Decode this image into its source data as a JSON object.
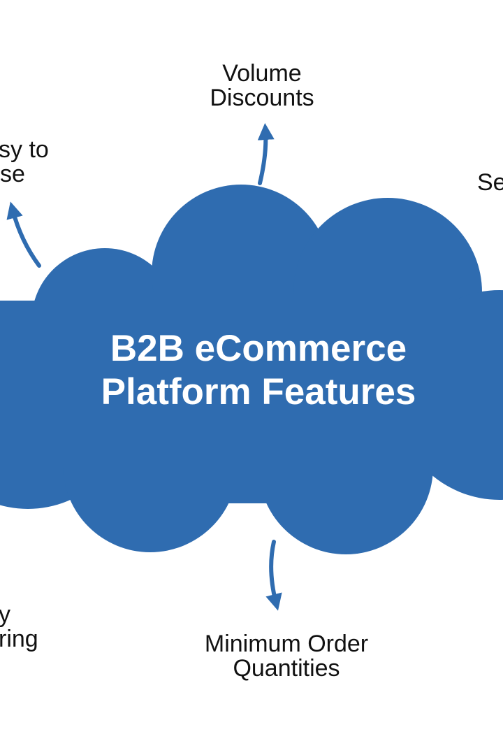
{
  "diagram": {
    "central_node": {
      "title_line1": "B2B eCommerce",
      "title_line2": "Platform Features"
    },
    "features": [
      {
        "id": "volume-discounts",
        "line1": "Volume",
        "line2": "Discounts"
      },
      {
        "id": "easy-to-use",
        "line1": "sy to",
        "line2": "se"
      },
      {
        "id": "self-service",
        "line1": "Se"
      },
      {
        "id": "minimum-order-quantities",
        "line1": "Minimum Order",
        "line2": "Quantities"
      },
      {
        "id": "ordering",
        "line1": "y",
        "line2": "ring"
      }
    ]
  },
  "colors": {
    "cloud_fill": "#2f6cb0",
    "arrow": "#2f6cb0",
    "label_text": "#111111",
    "title_text": "#ffffff",
    "background": "#ffffff"
  }
}
